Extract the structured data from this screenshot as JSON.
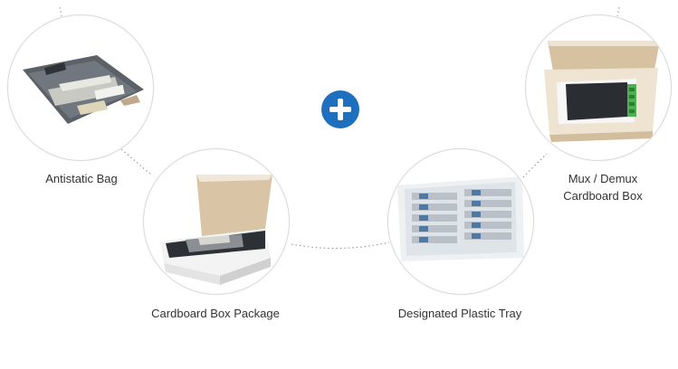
{
  "items": [
    {
      "label": "Antistatic Bag",
      "image": "antistatic-bag"
    },
    {
      "label": "Cardboard Box Package",
      "image": "cardboard-box-package"
    },
    {
      "label": "Designated Plastic Tray",
      "image": "designated-plastic-tray"
    },
    {
      "label_lines": [
        "Mux / Demux",
        "Cardboard Box"
      ],
      "image": "mux-demux-cardboard-box"
    }
  ],
  "plus_icon": "plus-icon",
  "accent_color": "#1f6fbf"
}
